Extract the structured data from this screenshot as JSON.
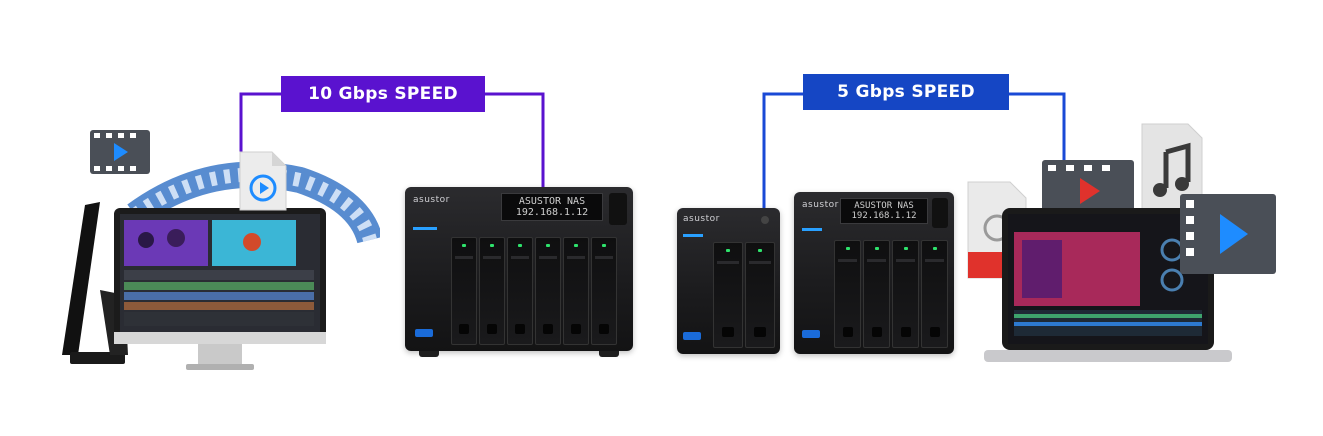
{
  "labels": {
    "left_speed": "10 Gbps SPEED",
    "right_speed": "5 Gbps SPEED"
  },
  "nas": {
    "brand": "asustor",
    "lcd_line1": "ASUSTOR NAS",
    "lcd_line2": "192.168.1.12"
  },
  "colors": {
    "left_label_bg": "#5a12cf",
    "right_label_bg": "#1546c4",
    "left_wire": "#5a12cf",
    "right_wire": "#1a49d6",
    "accent_blue": "#29a0ff",
    "play_blue": "#1e8cff",
    "rec_red": "#e0322c"
  },
  "icons": [
    "video-file-icon",
    "play-document-icon",
    "film-strip-icon",
    "music-note-icon",
    "record-document-icon",
    "play-icon"
  ],
  "devices": [
    "imac-monitor",
    "nas-6-bay",
    "nas-2-bay",
    "nas-4-bay",
    "macbook-laptop"
  ]
}
